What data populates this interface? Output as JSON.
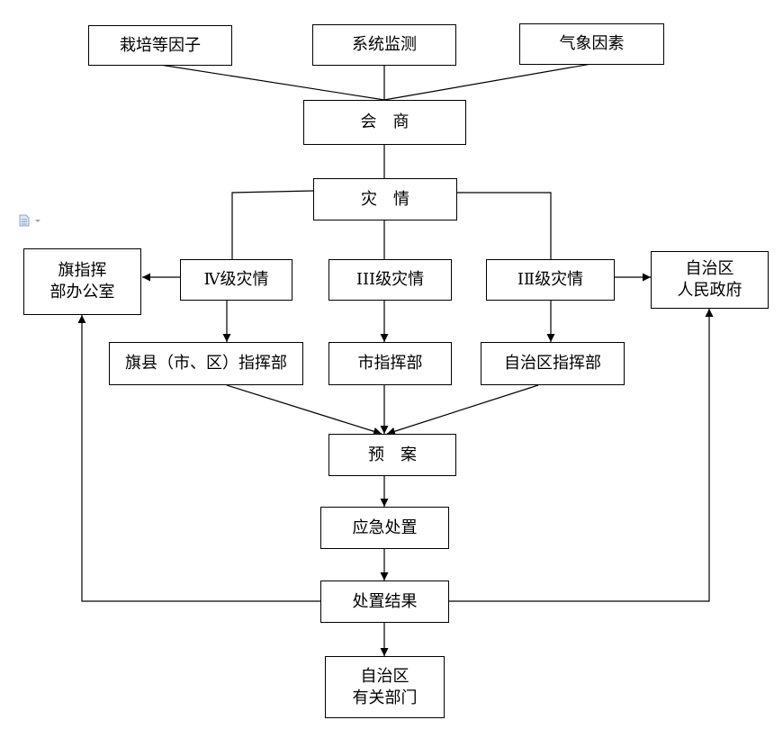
{
  "nodes": {
    "factors": "栽培等因子",
    "monitoring": "系统监测",
    "weather": "气象因素",
    "consult": "会　商",
    "disaster": "灾　情",
    "banner_office": "旗指挥\n部办公室",
    "level4": "Ⅳ级灾情",
    "level3": "III级灾情",
    "level12": "ⅠⅡ级灾情",
    "region_gov": "自治区\n人民政府",
    "county_hq": "旗县（市、区）指挥部",
    "city_hq": "市指挥部",
    "region_hq": "自治区指挥部",
    "plan": "预　案",
    "emergency": "应急处置",
    "result": "处置结果",
    "region_depts": "自治区\n有关部门"
  },
  "colors": {
    "line": "#000000",
    "icon": "#8ea4c8"
  },
  "icons": {
    "doc": "document-icon"
  }
}
